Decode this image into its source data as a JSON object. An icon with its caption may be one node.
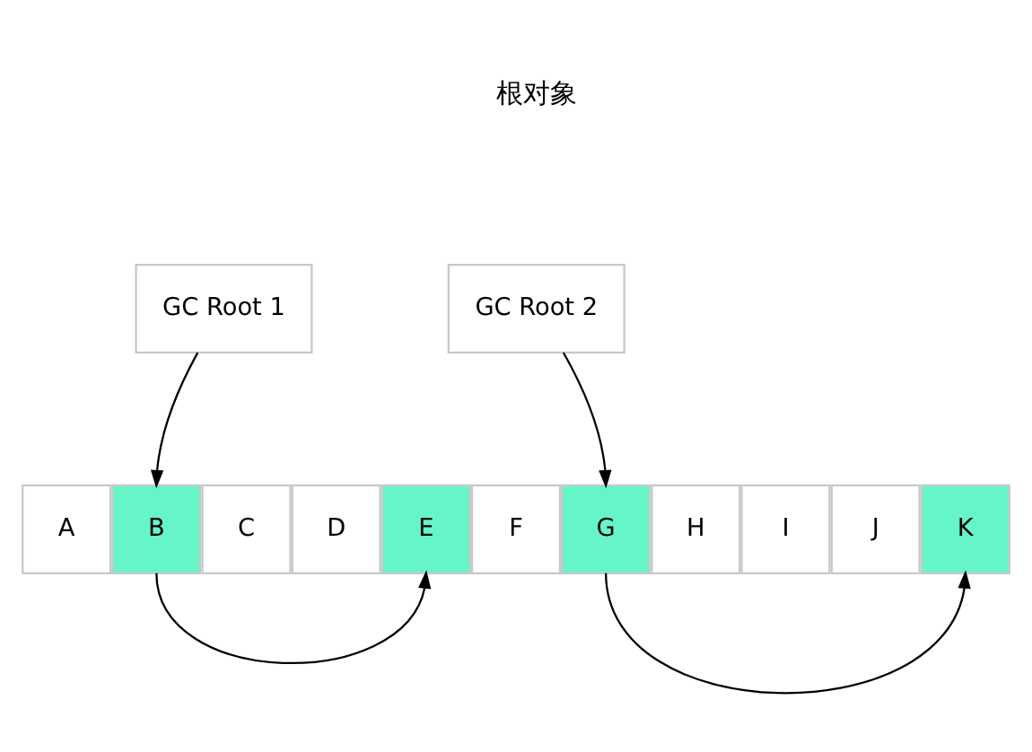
{
  "diagram": {
    "nodes": [
      {
        "text": [
          "GC Root 1"
        ]
      },
      {
        "text": [
          "GC Root 2"
        ]
      },
      {
        "text": [
          "A"
        ]
      },
      {
        "text": [
          "B"
        ]
      },
      {
        "text": [
          "C"
        ]
      },
      {
        "text": [
          "D"
        ]
      },
      {
        "text": [
          "E"
        ]
      },
      {
        "text": [
          "F"
        ]
      },
      {
        "text": [
          "G"
        ]
      },
      {
        "text": [
          "H"
        ]
      },
      {
        "text": [
          "I"
        ]
      },
      {
        "text": [
          "J"
        ]
      },
      {
        "text": [
          "K"
        ]
      }
    ],
    "edges": [
      {
        "from": 0,
        "to": 3,
        "arrow": "to"
      },
      {
        "from": 1,
        "to": 8,
        "arrow": "to"
      },
      {
        "from": 3,
        "to": 6,
        "arrow": "to"
      },
      {
        "from": 8,
        "to": 12,
        "arrow": "to"
      }
    ],
    "labels": [
      "根对象"
    ]
  }
}
